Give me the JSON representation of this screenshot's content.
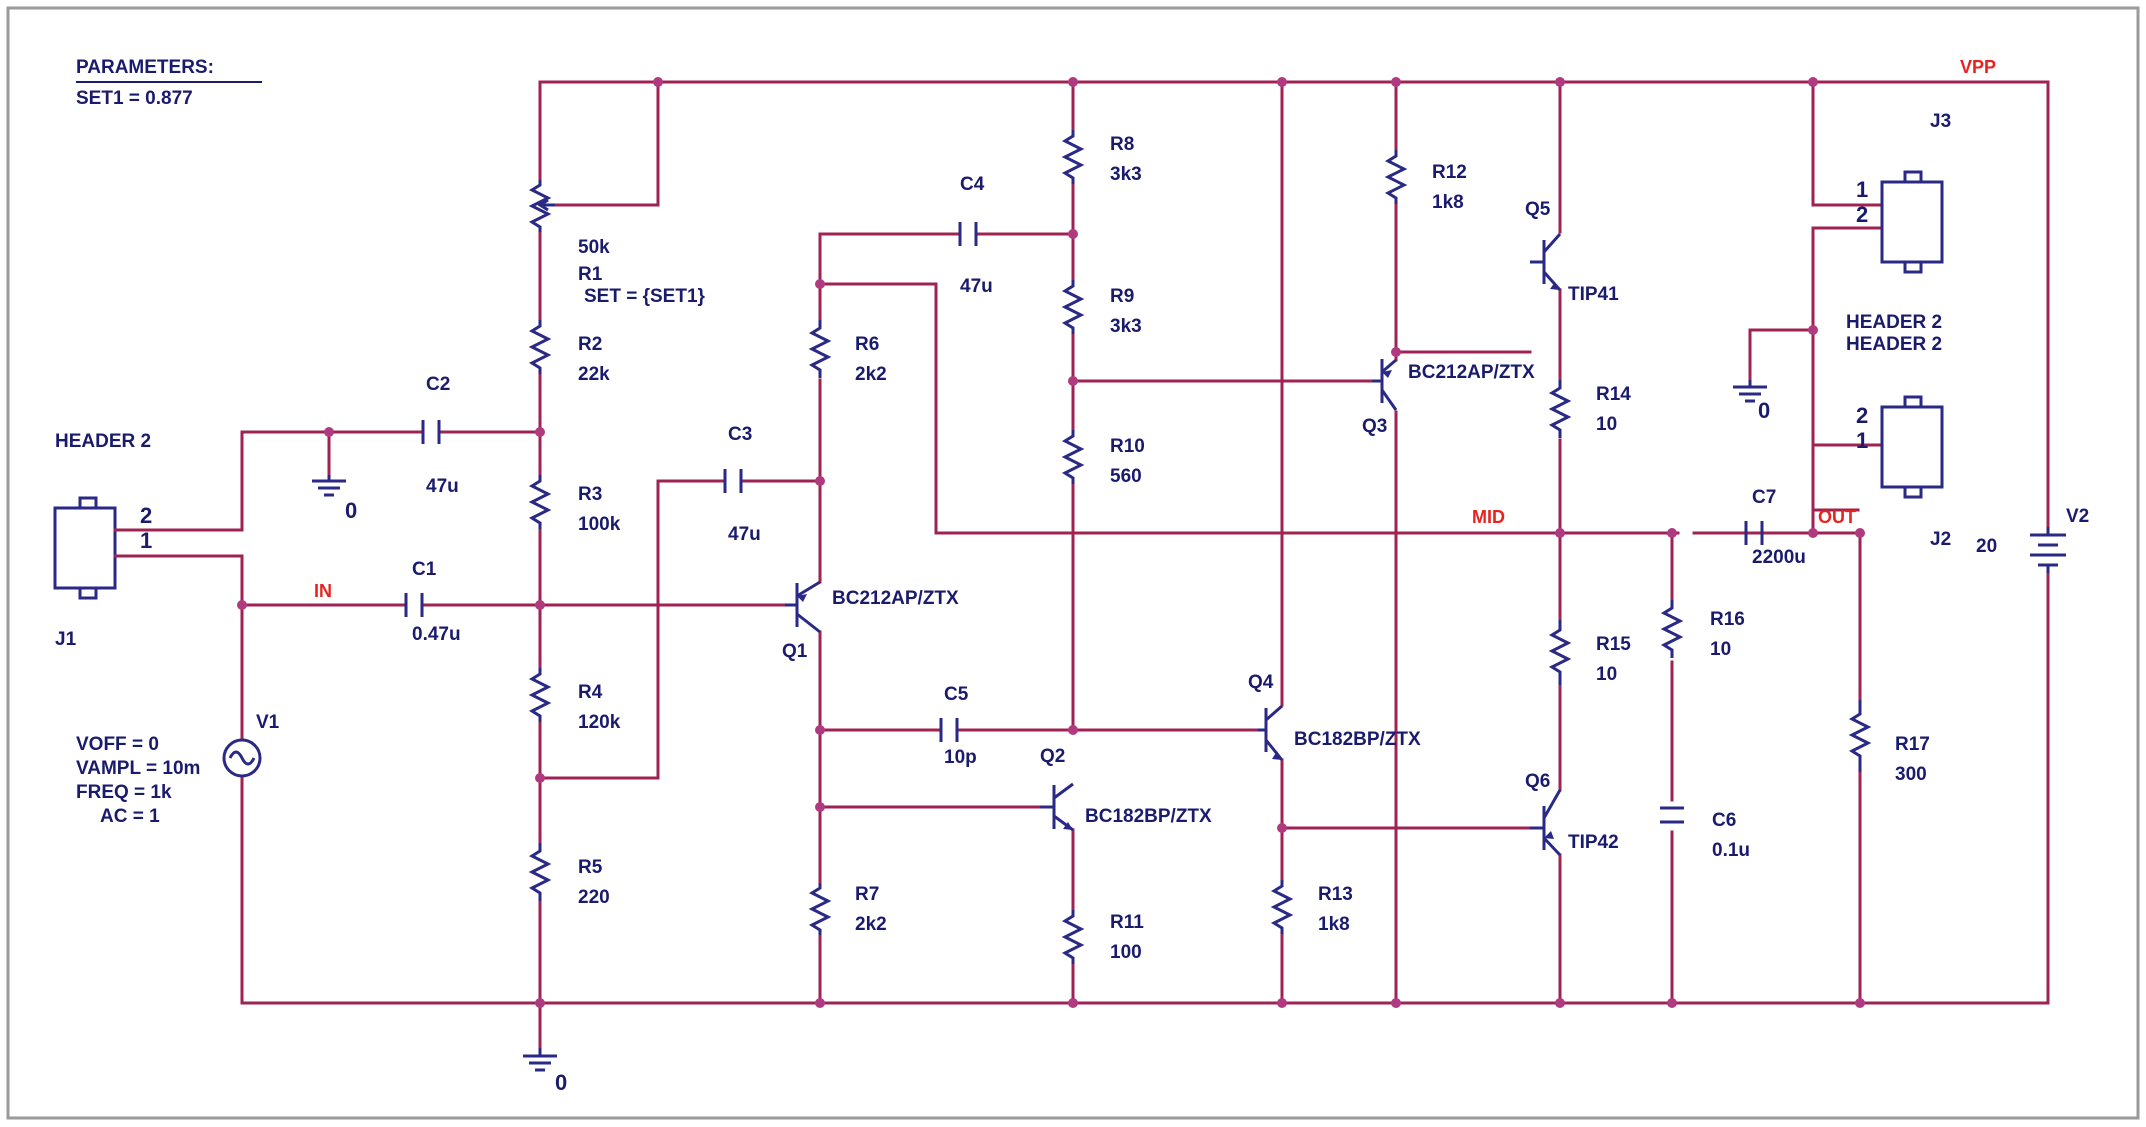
{
  "parameters": {
    "title": "PARAMETERS:",
    "set1": "SET1 = 0.877"
  },
  "nets": {
    "vpp": "VPP",
    "mid": "MID",
    "out": "OUT",
    "in": "IN"
  },
  "grounds": {
    "g1": "0",
    "g2": "0",
    "g3": "0"
  },
  "components": {
    "R1": {
      "ref": "R1",
      "value": "50k",
      "param": "SET = {SET1}"
    },
    "R2": {
      "ref": "R2",
      "value": "22k"
    },
    "R3": {
      "ref": "R3",
      "value": "100k"
    },
    "R4": {
      "ref": "R4",
      "value": "120k"
    },
    "R5": {
      "ref": "R5",
      "value": "220"
    },
    "R6": {
      "ref": "R6",
      "value": "2k2"
    },
    "R7": {
      "ref": "R7",
      "value": "2k2"
    },
    "R8": {
      "ref": "R8",
      "value": "3k3"
    },
    "R9": {
      "ref": "R9",
      "value": "3k3"
    },
    "R10": {
      "ref": "R10",
      "value": "560"
    },
    "R11": {
      "ref": "R11",
      "value": "100"
    },
    "R12": {
      "ref": "R12",
      "value": "1k8"
    },
    "R13": {
      "ref": "R13",
      "value": "1k8"
    },
    "R14": {
      "ref": "R14",
      "value": "10"
    },
    "R15": {
      "ref": "R15",
      "value": "10"
    },
    "R16": {
      "ref": "R16",
      "value": "10"
    },
    "R17": {
      "ref": "R17",
      "value": "300"
    },
    "C1": {
      "ref": "C1",
      "value": "0.47u"
    },
    "C2": {
      "ref": "C2",
      "value": "47u"
    },
    "C3": {
      "ref": "C3",
      "value": "47u"
    },
    "C4": {
      "ref": "C4",
      "value": "47u"
    },
    "C5": {
      "ref": "C5",
      "value": "10p"
    },
    "C6": {
      "ref": "C6",
      "value": "0.1u"
    },
    "C7": {
      "ref": "C7",
      "value": "2200u"
    },
    "Q1": {
      "ref": "Q1",
      "model": "BC212AP/ZTX"
    },
    "Q2": {
      "ref": "Q2",
      "model": "BC182BP/ZTX"
    },
    "Q3": {
      "ref": "Q3",
      "model": "BC212AP/ZTX"
    },
    "Q4": {
      "ref": "Q4",
      "model": "BC182BP/ZTX"
    },
    "Q5": {
      "ref": "Q5",
      "model": "TIP41"
    },
    "Q6": {
      "ref": "Q6",
      "model": "TIP42"
    },
    "V1": {
      "ref": "V1",
      "voff": "VOFF = 0",
      "vampl": "VAMPL = 10m",
      "freq": "FREQ = 1k",
      "ac": "AC = 1"
    },
    "V2": {
      "ref": "V2",
      "value": "20"
    },
    "J1": {
      "ref": "J1",
      "name": "HEADER 2",
      "pin2": "2",
      "pin1": "1"
    },
    "J2": {
      "ref": "J2",
      "name": "HEADER 2",
      "pin2": "2",
      "pin1": "1"
    },
    "J3": {
      "ref": "J3",
      "name": "HEADER 2",
      "pin1": "1",
      "pin2": "2"
    }
  },
  "colors": {
    "wire": "#9e2352",
    "component": "#2a2a86",
    "label": "#1b1b6e",
    "net_label": "#e8231f",
    "junction": "#b03a80"
  }
}
